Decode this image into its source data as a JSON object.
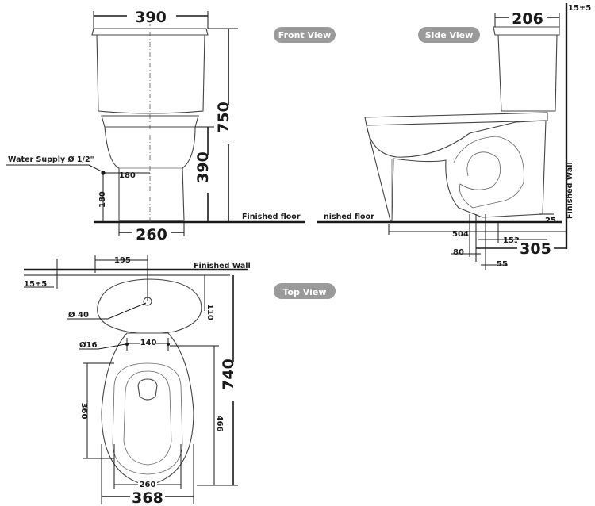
{
  "views": {
    "front": "Front View",
    "side": "Side View",
    "top": "Top View"
  },
  "labels": {
    "finished_floor_front": "Finished floor",
    "finished_floor_side": "nished floor",
    "finished_wall_side": "Finished Wall",
    "finished_wall_top": "Finished Wall",
    "water_supply": "Water Supply Ø 1/2\""
  },
  "front_dims": {
    "tank_width": "390",
    "height_total": "750",
    "height_seat": "390",
    "base_width": "260",
    "supply_offset": "180",
    "supply_height": "180"
  },
  "side_dims": {
    "tank_depth": "206",
    "wall_gap": "15±5",
    "floor_thk": "25",
    "length": "504",
    "outlet_a": "153",
    "outlet_center": "305",
    "outlet_b": "80",
    "outlet_c": "55"
  },
  "top_dims": {
    "wall_gap": "15±5",
    "tank_center": "195",
    "tank_depth": "110",
    "hole_large": "Ø 40",
    "hole_small": "Ø16",
    "hole_spacing": "140",
    "length": "740",
    "seat_length": "360",
    "bowl_length": "466",
    "seat_width": "260",
    "width": "368"
  },
  "colors": {
    "line": "#1a1a1a",
    "pill": "#9a9a9a"
  }
}
